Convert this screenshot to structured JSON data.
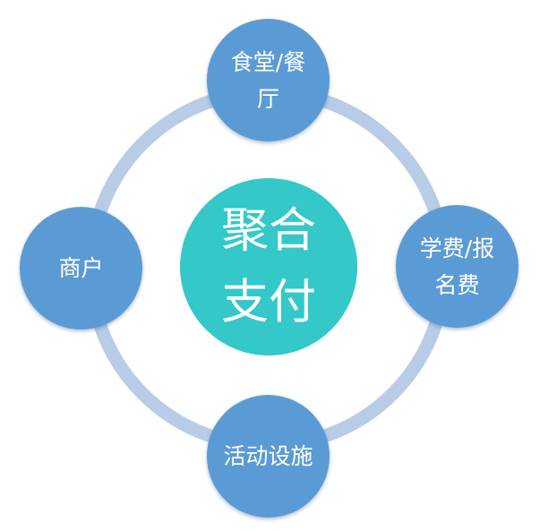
{
  "diagram": {
    "center": {
      "label": "聚合支付",
      "color": "#34c8c8"
    },
    "ring_color": "#b8cce8",
    "node_color": "#5b9bd5",
    "nodes": {
      "top": {
        "label": "食堂/餐厅"
      },
      "right": {
        "label": "学费/报名费"
      },
      "bottom": {
        "label": "活动设施"
      },
      "left": {
        "label": "商户"
      }
    }
  }
}
